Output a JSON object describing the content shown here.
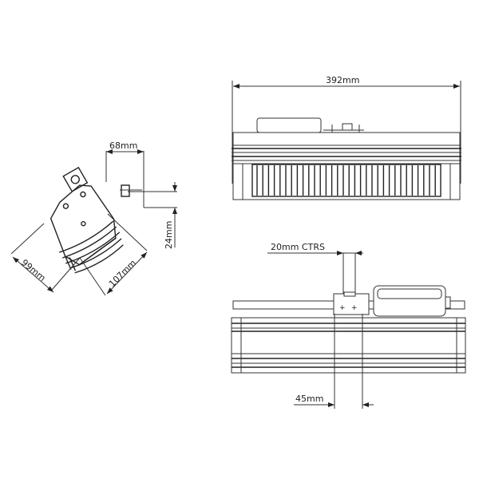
{
  "dimensions": {
    "width_top": "392mm",
    "bracket_width": "68mm",
    "bracket_height": "24mm",
    "side_depth": "99mm",
    "side_height": "107mm",
    "hole_centres": "20mm CTRS",
    "bracket_base": "45mm"
  },
  "colors": {
    "line": "#333333",
    "background": "#ffffff"
  }
}
